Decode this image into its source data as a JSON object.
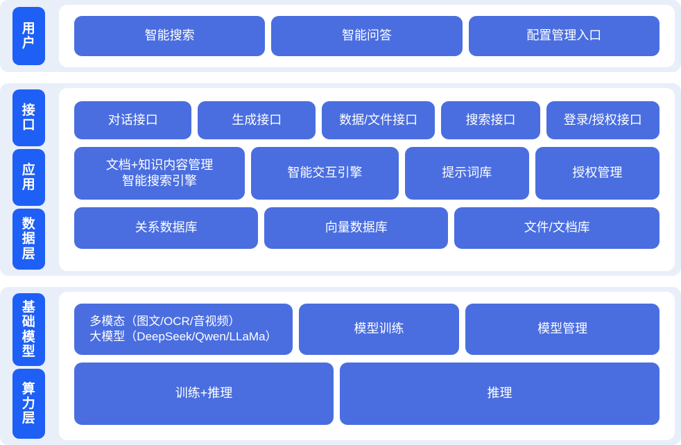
{
  "colors": {
    "page_background": "#ffffff",
    "section_background": "#e9eff9",
    "inner_panel": "#ffffff",
    "badge_blue": "#1e5ff5",
    "box_blue": "#4a6ee0",
    "box_text": "#ffffff"
  },
  "sections": [
    {
      "id": "user",
      "badges": [
        {
          "label": "用户"
        }
      ],
      "rows": [
        {
          "id": "user-entry-row",
          "items": [
            {
              "label": "智能搜索",
              "flex": 1
            },
            {
              "label": "智能问答",
              "flex": 1
            },
            {
              "label": "配置管理入口",
              "flex": 1
            }
          ]
        }
      ]
    },
    {
      "id": "middle",
      "badges": [
        {
          "label": "接口"
        },
        {
          "label": "应用"
        },
        {
          "label": "数据层"
        }
      ],
      "rows": [
        {
          "id": "interface-row",
          "items": [
            {
              "label": "对话接口",
              "flex": 1.04
            },
            {
              "label": "生成接口",
              "flex": 1.04
            },
            {
              "label": "数据/文件接口",
              "flex": 1
            },
            {
              "label": "搜索接口",
              "flex": 0.86
            },
            {
              "label": "登录/授权接口",
              "flex": 1
            }
          ]
        },
        {
          "id": "application-row",
          "items": [
            {
              "lines": [
                "文档+知识内容管理",
                "智能搜索引擎"
              ],
              "flex": 1.19
            },
            {
              "label": "智能交互引擎",
              "flex": 1.02
            },
            {
              "label": "提示词库",
              "flex": 0.85
            },
            {
              "label": "授权管理",
              "flex": 0.85
            }
          ]
        },
        {
          "id": "data-row",
          "items": [
            {
              "label": "关系数据库",
              "flex": 1
            },
            {
              "label": "向量数据库",
              "flex": 1
            },
            {
              "label": "文件/文档库",
              "flex": 1.12
            }
          ]
        }
      ]
    },
    {
      "id": "bottom",
      "badges": [
        {
          "label": "基础模型"
        },
        {
          "label": "算力层"
        }
      ],
      "rows": [
        {
          "id": "foundation-model-row",
          "items": [
            {
              "lines": [
                "多模态（图文/OCR/音视频）",
                "大模型（DeepSeek/Qwen/LLaMa）"
              ],
              "align": "left",
              "flex": 1.38
            },
            {
              "label": "模型训练",
              "flex": 1
            },
            {
              "label": "模型管理",
              "flex": 1.22
            }
          ]
        },
        {
          "id": "compute-row",
          "items": [
            {
              "label": "训练+推理",
              "flex": 1
            },
            {
              "label": "推理",
              "flex": 1.24
            }
          ]
        }
      ]
    }
  ]
}
